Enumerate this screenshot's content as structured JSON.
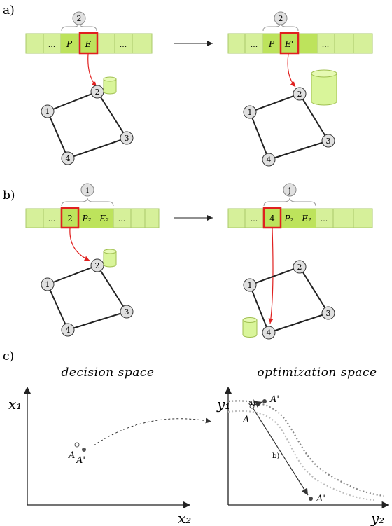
{
  "panels": {
    "a": {
      "label": "a)"
    },
    "b": {
      "label": "b)"
    },
    "c": {
      "label": "c)"
    }
  },
  "a": {
    "left": {
      "brace_label": "2",
      "cells": [
        "...",
        "P",
        "E",
        "..."
      ]
    },
    "right": {
      "brace_label": "2",
      "cells": [
        "...",
        "P",
        "E'",
        "..."
      ]
    }
  },
  "b": {
    "left": {
      "brace_label": "i",
      "cells": [
        "...",
        "2",
        "P₂",
        "E₂",
        "..."
      ]
    },
    "right": {
      "brace_label": "j",
      "cells": [
        "...",
        "4",
        "P₂",
        "E₂",
        "..."
      ]
    }
  },
  "graph": {
    "nodes": [
      "1",
      "2",
      "3",
      "4"
    ]
  },
  "c": {
    "decision_title": "decision space",
    "optimization_title": "optimization space",
    "x1_label": "x₁",
    "x2_label": "x₂",
    "y1_label": "y₁",
    "y2_label": "y₂",
    "point_A": "A",
    "point_A_prime": "A'",
    "move_a_label": "a)",
    "move_b_label": "b)"
  },
  "colors": {
    "cell_green": "#d6f09a",
    "cell_green_dark": "#bde35c",
    "highlight_red": "#e0201f",
    "cylinder_green": "#d9f59a"
  }
}
